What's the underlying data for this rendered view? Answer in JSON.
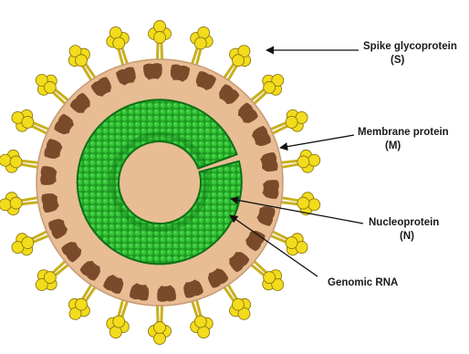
{
  "labels": {
    "spike": {
      "name": "Spike glycoprotein",
      "abbr": "(S)"
    },
    "membrane": {
      "name": "Membrane protein",
      "abbr": "(M)"
    },
    "nucleo": {
      "name": "Nucleoprotein",
      "abbr": "(N)"
    },
    "rna": {
      "name": "Genomic RNA"
    }
  },
  "colors": {
    "envelope": "#e8bd94",
    "envelope_edge": "#c79a74",
    "membrane_protein": "#7a4a2a",
    "spike_stem": "#c8b020",
    "spike_head": "#f2dc1c",
    "spike_edge": "#8f7a10",
    "nucleo": "#27b627",
    "nucleo_dark": "#0f6f17",
    "arrow": "#111111"
  }
}
